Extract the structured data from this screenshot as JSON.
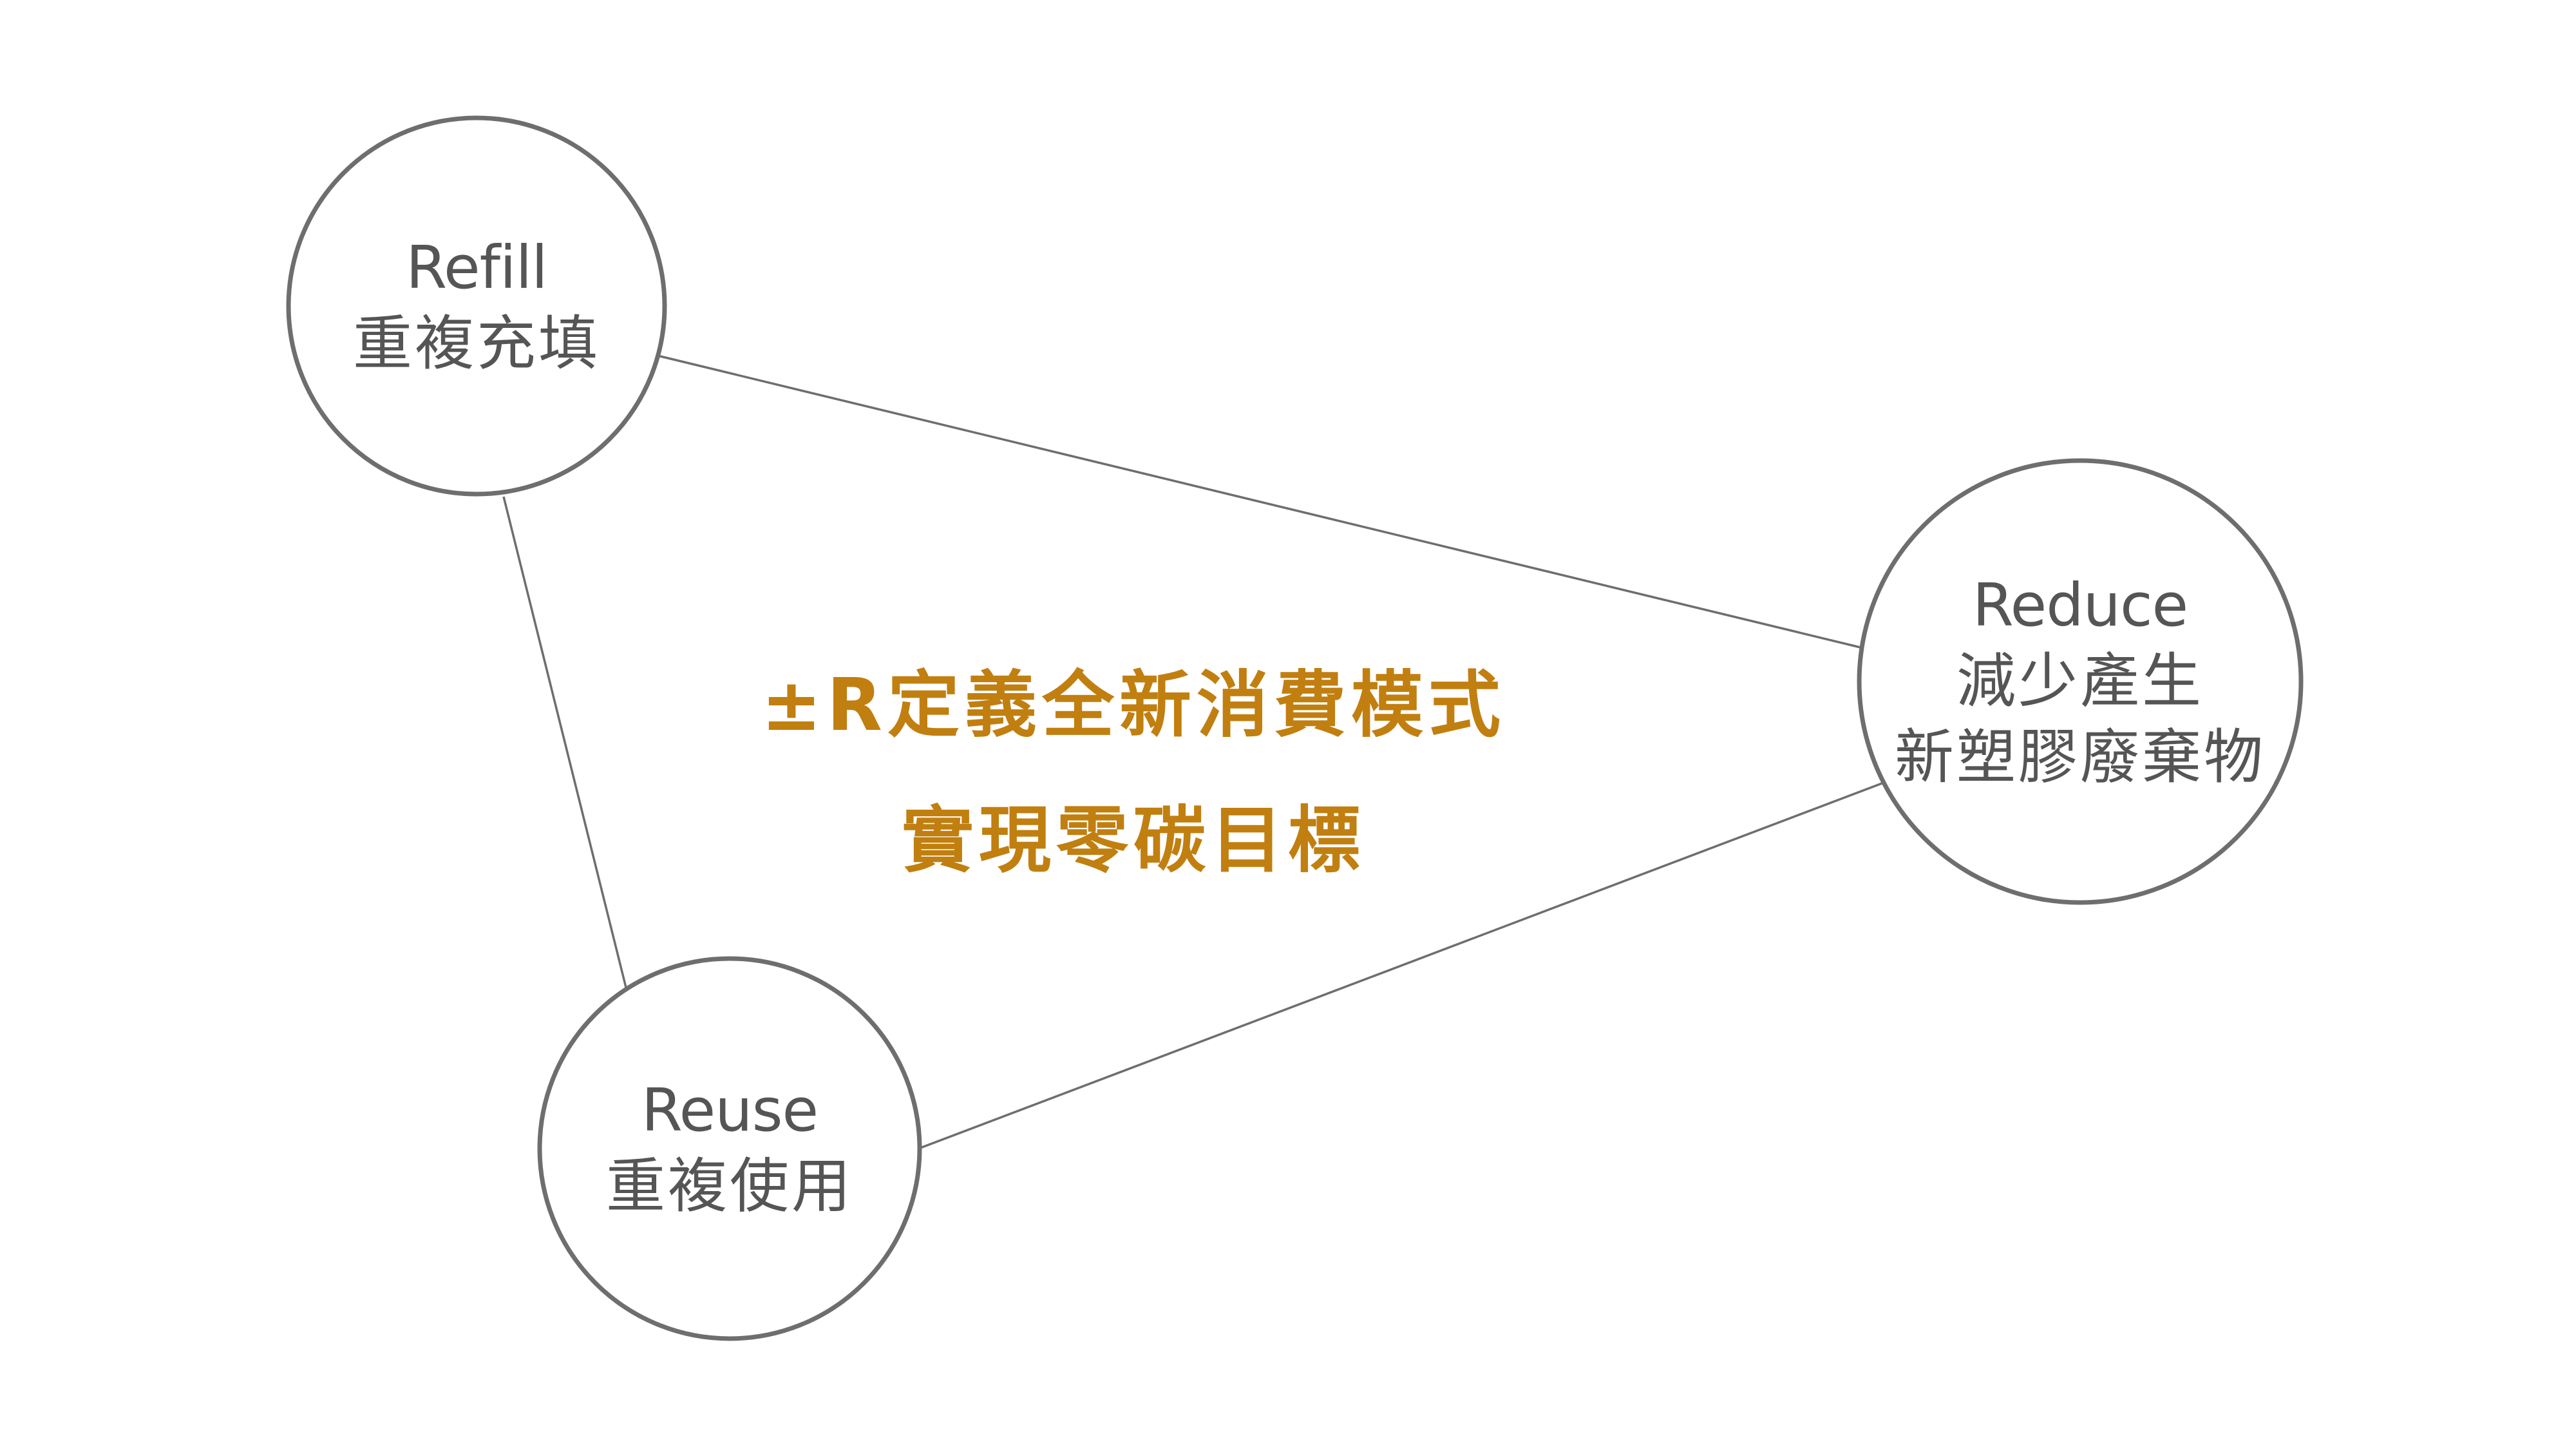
{
  "colors": {
    "accent": "#c17f10",
    "node_text": "#555555",
    "stroke": "#6e6e6e"
  },
  "nodes": {
    "refill": {
      "title": "Refill",
      "lines": [
        "重複充填"
      ]
    },
    "reduce": {
      "title": "Reduce",
      "lines": [
        "減少產生",
        "新塑膠廢棄物"
      ]
    },
    "reuse": {
      "title": "Reuse",
      "lines": [
        "重複使用"
      ]
    }
  },
  "center": {
    "line1": "±R定義全新消費模式",
    "line2": "實現零碳目標"
  }
}
